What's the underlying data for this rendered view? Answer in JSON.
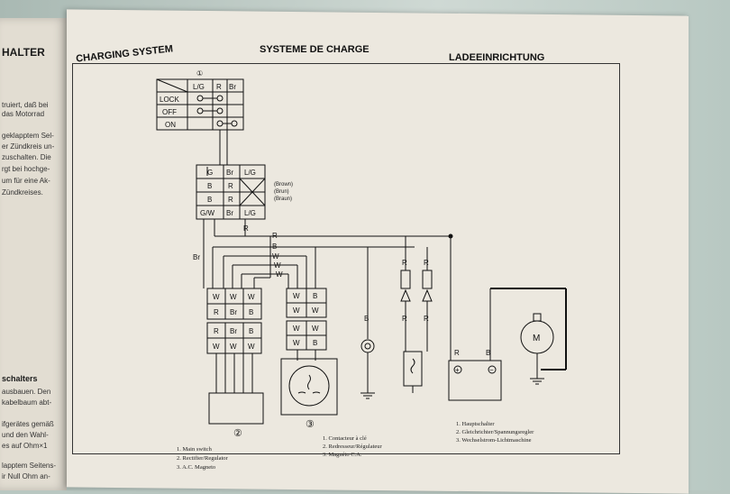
{
  "left_page": {
    "heading": "HALTER",
    "lines": [
      "truiert, daß bei",
      "das Motorrad",
      "geklapptem Sel-",
      "er Zündkreis un-",
      "zuschalten. Die",
      "rgt bei hochge-",
      "um für eine Ak-",
      "Zündkreises."
    ],
    "heading2": "schalters",
    "lines2": [
      "ausbauen. Den",
      "kabelbaum abt-",
      "ifgerätes gemäß",
      "und den Wahl-",
      "es auf Ohm×1",
      "lapptem Seitens-",
      "ir Null Ohm an-"
    ]
  },
  "header": {
    "en": "CHARGING SYSTEM",
    "fr": "SYSTEME DE CHARGE",
    "de": "LADEEINRICHTUNG"
  },
  "switch": {
    "number": "①",
    "cols": [
      "L/G",
      "R",
      "Br"
    ],
    "rows": [
      "LOCK",
      "OFF",
      "ON"
    ]
  },
  "connector_a": {
    "rows": [
      [
        "G",
        "Br",
        "L/G"
      ],
      [
        "B",
        "R",
        ""
      ],
      [
        "B",
        "R",
        ""
      ],
      [
        "G/W",
        "Br",
        "L/G"
      ]
    ],
    "colors": [
      "(Brown)",
      "(Brun)",
      "(Braun)"
    ]
  },
  "wires": {
    "r": "R",
    "b": "B",
    "w": "W",
    "br": "Br"
  },
  "reg_plug": [
    [
      "W",
      "W",
      "W"
    ],
    [
      "R",
      "Br",
      "B"
    ]
  ],
  "reg_plug2": [
    [
      "R",
      "Br",
      "B"
    ],
    [
      "W",
      "W",
      "W"
    ]
  ],
  "mag_plug": [
    [
      "W",
      "B"
    ],
    [
      "W",
      "W"
    ]
  ],
  "mag_plug2": [
    [
      "W",
      "W"
    ],
    [
      "W",
      "B"
    ]
  ],
  "numbers": [
    "②",
    "③"
  ],
  "motor": "M",
  "battery": {
    "plus": "+",
    "minus": "−"
  },
  "legend_en": [
    "1.  Main switch",
    "2.  Rectifier/Regulator",
    "3.  A.C. Magneto"
  ],
  "legend_fr": [
    "1.  Contacteur à clé",
    "2.  Redresseur/Régulateur",
    "3.  Magnéto C.A."
  ],
  "legend_de": [
    "1.  Hauptschalter",
    "2.  Gleichrichter/Spannungsregler",
    "3.  Wechselstrom-Lichtmaschine"
  ]
}
